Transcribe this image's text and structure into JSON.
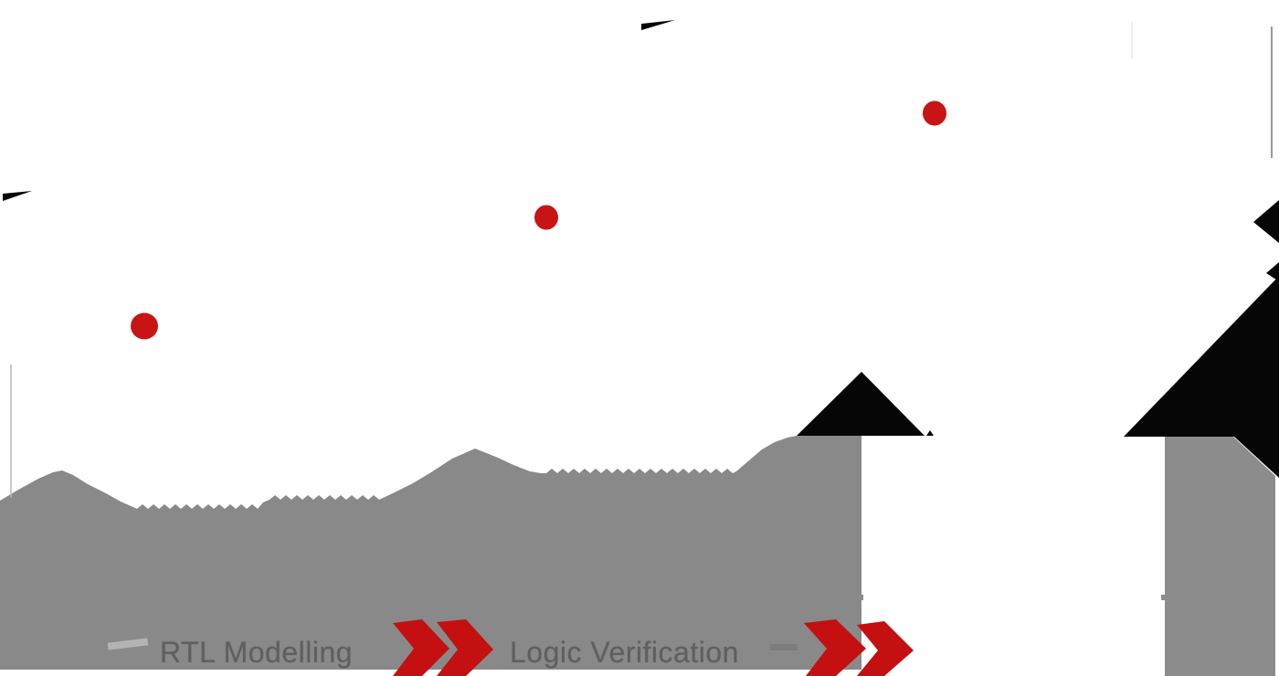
{
  "flow": {
    "stages": [
      {
        "label": "RTL Modelling"
      },
      {
        "label": "Logic Verification"
      }
    ]
  },
  "icons": {
    "flow_arrow": "double-chevron-right",
    "bullet_dot": "filled-circle",
    "up_arrowhead": "filled-triangle-up",
    "left_arrowhead": "filled-triangle-left",
    "wedge": "thin-triangle-sliver"
  },
  "colors": {
    "background": "#ffffff",
    "silhouette_gray": "#898989",
    "column_gray": "#8c8c8c",
    "text_gray": "#5f5f5f",
    "black": "#060606",
    "red_dot": "#c81414",
    "red_arrow": "#c41010",
    "line_left": "#b5b5b5",
    "line_faint": "#e2e2e2",
    "line_right": "#9a9a9a",
    "dash_light": "#b3b3b3",
    "dash_mid": "#7d7d7d"
  }
}
